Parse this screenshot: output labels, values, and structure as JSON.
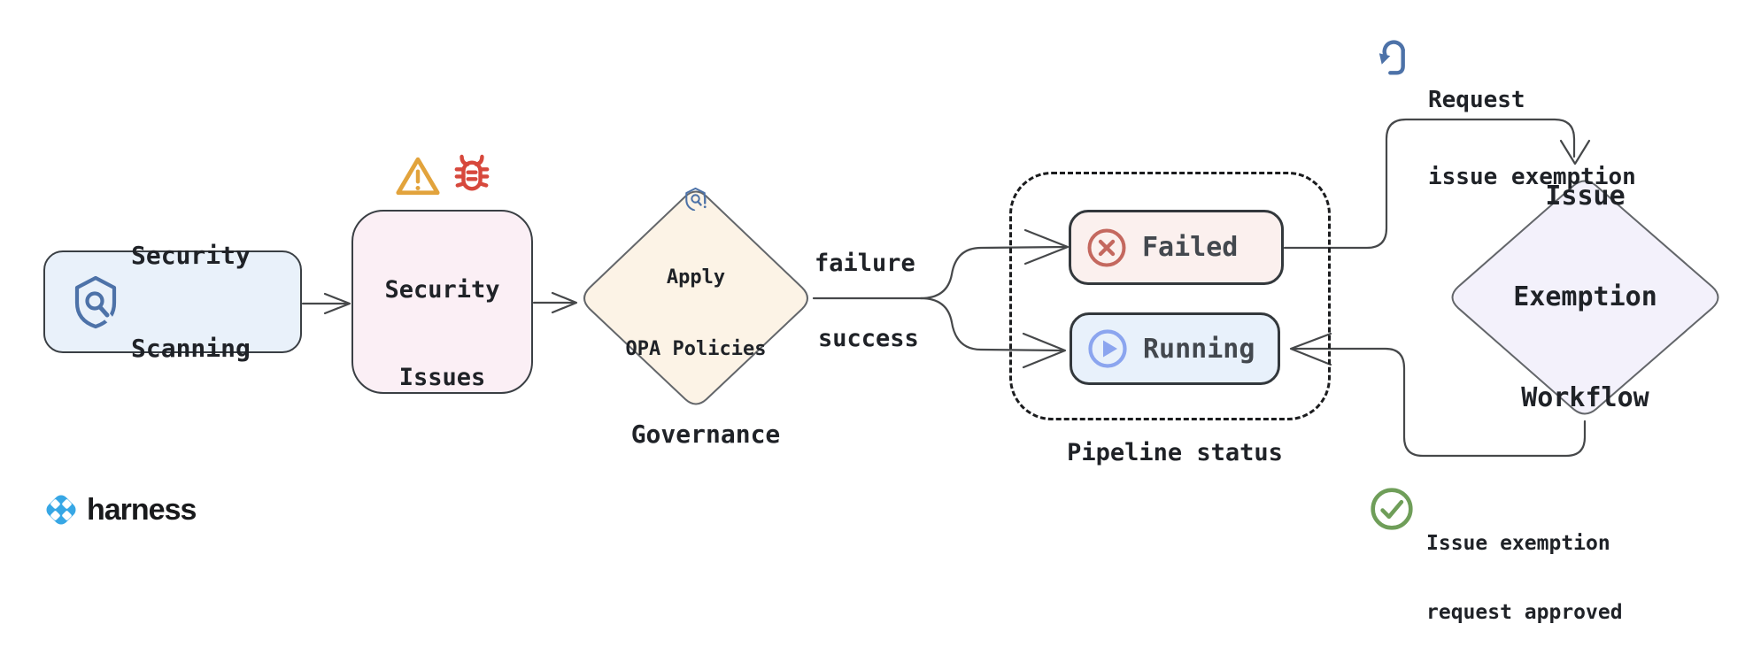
{
  "colors": {
    "text_dark": "#1f2227",
    "node_border": "#3a3f44",
    "diamond_border": "#63666a",
    "edge": "#46484a",
    "node_scanning_bg": "#e9f1fa",
    "node_issues_bg": "#fbeff5",
    "node_opa_bg": "#fcf3e6",
    "node_failed_bg": "#fbf0ee",
    "node_running_bg": "#e8f1fb",
    "node_exemption_bg": "#f3f1fb",
    "icon_blue": "#4d72a8",
    "icon_orange": "#e2a33c",
    "icon_red": "#d7483c",
    "icon_failed_red": "#c4685f",
    "icon_running_blue": "#8ba5ef",
    "icon_green": "#6f9e59",
    "brand_blue": "#37a7e5"
  },
  "nodes": {
    "scanning": {
      "line1": "Security",
      "line2": "Scanning",
      "icon": "shield-search-icon"
    },
    "issues": {
      "line1": "Security",
      "line2": "Issues",
      "icons": [
        "warning-triangle-icon",
        "bug-icon"
      ]
    },
    "opa": {
      "line1": "Apply",
      "line2": "OPA Policies",
      "icon": "shield-scan-alert-icon"
    },
    "failed": {
      "label": "Failed",
      "icon": "circle-x-icon"
    },
    "running": {
      "label": "Running",
      "icon": "circle-play-icon"
    },
    "exemption": {
      "line1": "Issue",
      "line2": "Exemption",
      "line3": "Workflow"
    }
  },
  "edge_labels": {
    "failure": "failure",
    "success": "success"
  },
  "captions": {
    "governance": "Governance",
    "pipeline_status": "Pipeline status"
  },
  "annotations": {
    "request_exemption": {
      "line1": "Request",
      "line2": "issue exemption",
      "icon": "tap-gesture-icon"
    },
    "approved": {
      "line1": "Issue exemption",
      "line2": "request approved",
      "icon": "circle-check-icon"
    }
  },
  "logo": {
    "text": "harness",
    "icon": "harness-logo-icon"
  }
}
